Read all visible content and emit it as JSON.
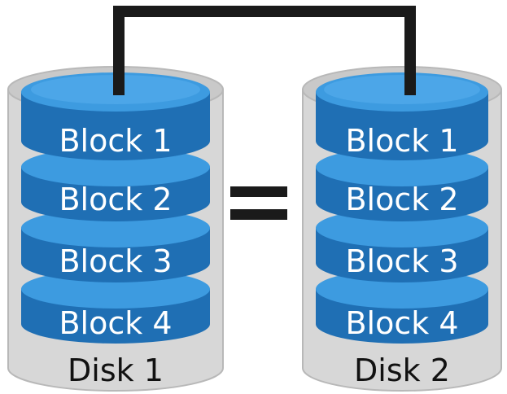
{
  "colors": {
    "background": "#ffffff",
    "disk_body": "#d7d7d7",
    "disk_edge": "#b8b8b8",
    "block_side": "#1f6fb4",
    "block_top": "#3d9be0",
    "block_top_highlight": "#5bb2ef",
    "connector": "#1a1a1a",
    "equals": "#1a1a1a",
    "block_text": "#ffffff",
    "disk_text": "#111111"
  },
  "disks": [
    {
      "label": "Disk 1",
      "blocks": [
        "Block 1",
        "Block 2",
        "Block 3",
        "Block 4"
      ]
    },
    {
      "label": "Disk 2",
      "blocks": [
        "Block 1",
        "Block 2",
        "Block 3",
        "Block 4"
      ]
    }
  ],
  "relation_symbol": "equals"
}
